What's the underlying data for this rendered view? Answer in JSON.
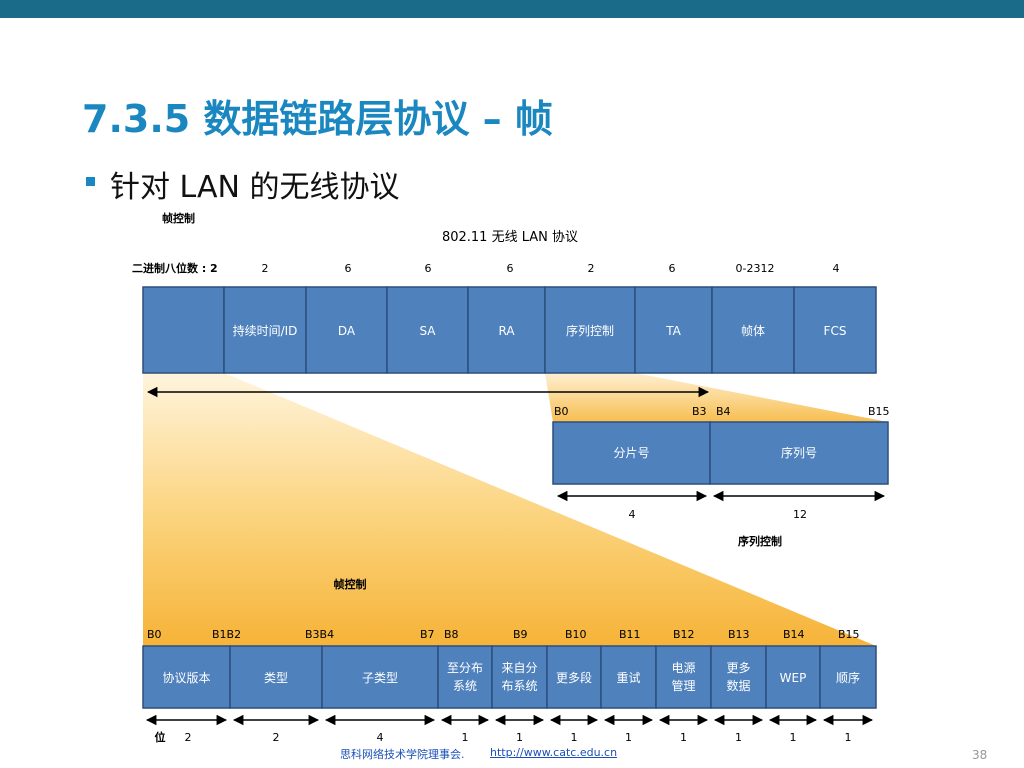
{
  "slide": {
    "title": "7.3.5 数据链路层协议 – 帧",
    "bullet": "针对 LAN 的无线协议",
    "page_number": "38"
  },
  "footer": {
    "org": "思科网络技术学院理事会.",
    "url": "http://www.catc.edu.cn"
  },
  "diagram": {
    "top_label_frame_control": "帧控制",
    "frame_title": "802.11 无线 LAN 协议",
    "octets_label": "二进制八位数 : 2",
    "octets": [
      "2",
      "6",
      "6",
      "6",
      "2",
      "6",
      "0-2312",
      "4"
    ],
    "fields": [
      "",
      "持续时间/ID",
      "DA",
      "SA",
      "RA",
      "序列控制",
      "TA",
      "帧体",
      "FCS"
    ],
    "seq_bits": [
      "B0",
      "B3",
      "B4",
      "B15"
    ],
    "seq_fields": [
      "分片号",
      "序列号"
    ],
    "seq_sizes": [
      "4",
      "12"
    ],
    "seq_caption": "序列控制",
    "fc_caption": "帧控制",
    "fc_bits": [
      "B0",
      "B1B2",
      "B3B4",
      "B7",
      "B8",
      "B9",
      "B10",
      "B11",
      "B12",
      "B13",
      "B14",
      "B15"
    ],
    "fc_fields": [
      {
        "l1": "协议版本",
        "l2": ""
      },
      {
        "l1": "类型",
        "l2": ""
      },
      {
        "l1": "子类型",
        "l2": ""
      },
      {
        "l1": "至分布",
        "l2": "系统"
      },
      {
        "l1": "来自分",
        "l2": "布系统"
      },
      {
        "l1": "更多段",
        "l2": ""
      },
      {
        "l1": "重试",
        "l2": ""
      },
      {
        "l1": "电源",
        "l2": "管理"
      },
      {
        "l1": "更多",
        "l2": "数据"
      },
      {
        "l1": "WEP",
        "l2": ""
      },
      {
        "l1": "顺序",
        "l2": ""
      }
    ],
    "bits_label": "位",
    "fc_sizes": [
      "2",
      "2",
      "4",
      "1",
      "1",
      "1",
      "1",
      "1",
      "1",
      "1",
      "1"
    ]
  }
}
